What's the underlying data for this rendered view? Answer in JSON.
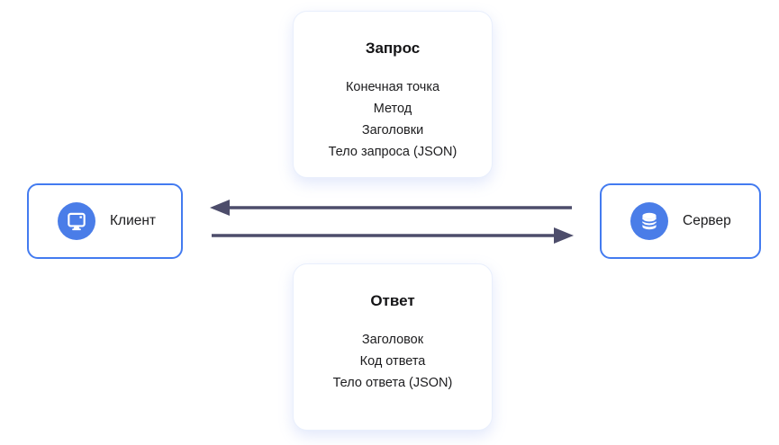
{
  "diagram": {
    "type": "client-server-http-flow",
    "language": "ru"
  },
  "request_card": {
    "title": "Запрос",
    "items": [
      "Конечная точка",
      "Метод",
      "Заголовки",
      "Тело запроса (JSON)"
    ]
  },
  "response_card": {
    "title": "Ответ",
    "items": [
      "Заголовок",
      "Код ответа",
      "Тело ответа (JSON)"
    ]
  },
  "client": {
    "label": "Клиент",
    "icon": "monitor-icon"
  },
  "server": {
    "label": "Сервер",
    "icon": "database-icon"
  },
  "arrows": [
    {
      "direction": "left",
      "from": "server",
      "to": "client"
    },
    {
      "direction": "right",
      "from": "client",
      "to": "server"
    }
  ],
  "colors": {
    "node_border_blue": "#437bf0",
    "icon_circle_blue": "#4a7de8",
    "arrow_slate": "#4d4d6b",
    "card_border": "#e9effc",
    "card_shadow": "rgba(125,150,235,0.22)",
    "text": "#1c1c1e",
    "background": "#ffffff"
  }
}
